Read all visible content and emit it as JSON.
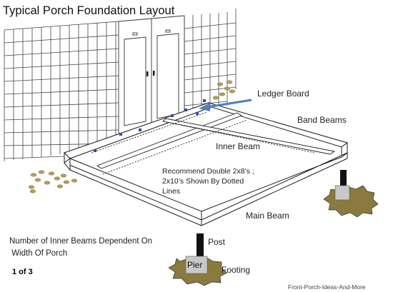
{
  "title": "Typical Porch Foundation Layout",
  "labels": {
    "ledger_board": "Ledger Board",
    "band_beams": "Band Beams",
    "inner_beam": "Inner Beam",
    "recommend": "Recommend Double 2x8’s ;\n2x10’s Shown By Dotted\nLines",
    "main_beam": "Main Beam",
    "inner_beams_note": "Number of Inner Beams Dependent On\n Width Of Porch",
    "post": "Post",
    "pier": "Pier",
    "footing": "Footing",
    "page_indicator": "1 of 3",
    "website": "Front-Porch-Ideas-And-More"
  },
  "colors": {
    "gravel": "#b89a5c",
    "footing": "#8a7a3e",
    "pier": "#c8c8c8",
    "post": "#111111",
    "arrow": "#4f7fc0",
    "blocks": "#2e4f9e",
    "lines": "#1c1c1c"
  },
  "icons": {
    "pointer": "arrow-icon",
    "handles": "door-handle-icon"
  }
}
